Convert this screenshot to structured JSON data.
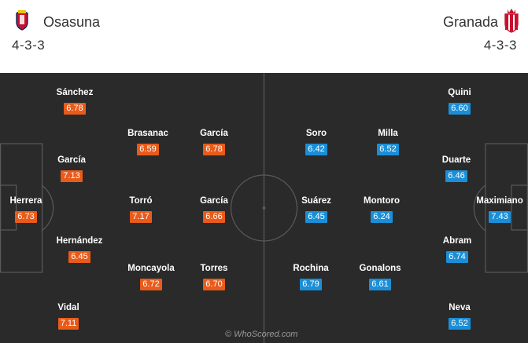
{
  "home": {
    "team": "Osasuna",
    "formation": "4-3-3",
    "crest_icon": "osasuna-crest-icon",
    "rating_color": "#e95b1a",
    "players": [
      {
        "name": "Herrera",
        "rating": "6.73"
      },
      {
        "name": "Sánchez",
        "rating": "6.78"
      },
      {
        "name": "García",
        "rating": "7.13"
      },
      {
        "name": "Hernández",
        "rating": "6.45"
      },
      {
        "name": "Vidal",
        "rating": "7.11"
      },
      {
        "name": "Brasanac",
        "rating": "6.59"
      },
      {
        "name": "Torró",
        "rating": "7.17"
      },
      {
        "name": "Moncayola",
        "rating": "6.72"
      },
      {
        "name": "García",
        "rating": "6.78"
      },
      {
        "name": "García",
        "rating": "6.66"
      },
      {
        "name": "Torres",
        "rating": "6.70"
      }
    ]
  },
  "away": {
    "team": "Granada",
    "formation": "4-3-3",
    "crest_icon": "granada-crest-icon",
    "rating_color": "#1a8fd8",
    "players": [
      {
        "name": "Maximiano",
        "rating": "7.43"
      },
      {
        "name": "Quini",
        "rating": "6.60"
      },
      {
        "name": "Duarte",
        "rating": "6.46"
      },
      {
        "name": "Abram",
        "rating": "6.74"
      },
      {
        "name": "Neva",
        "rating": "6.52"
      },
      {
        "name": "Milla",
        "rating": "6.52"
      },
      {
        "name": "Montoro",
        "rating": "6.24"
      },
      {
        "name": "Gonalons",
        "rating": "6.61"
      },
      {
        "name": "Soro",
        "rating": "6.42"
      },
      {
        "name": "Suárez",
        "rating": "6.45"
      },
      {
        "name": "Rochina",
        "rating": "6.79"
      }
    ]
  },
  "pitch_color": "#2a2a2a",
  "watermark": "© WhoScored.com"
}
